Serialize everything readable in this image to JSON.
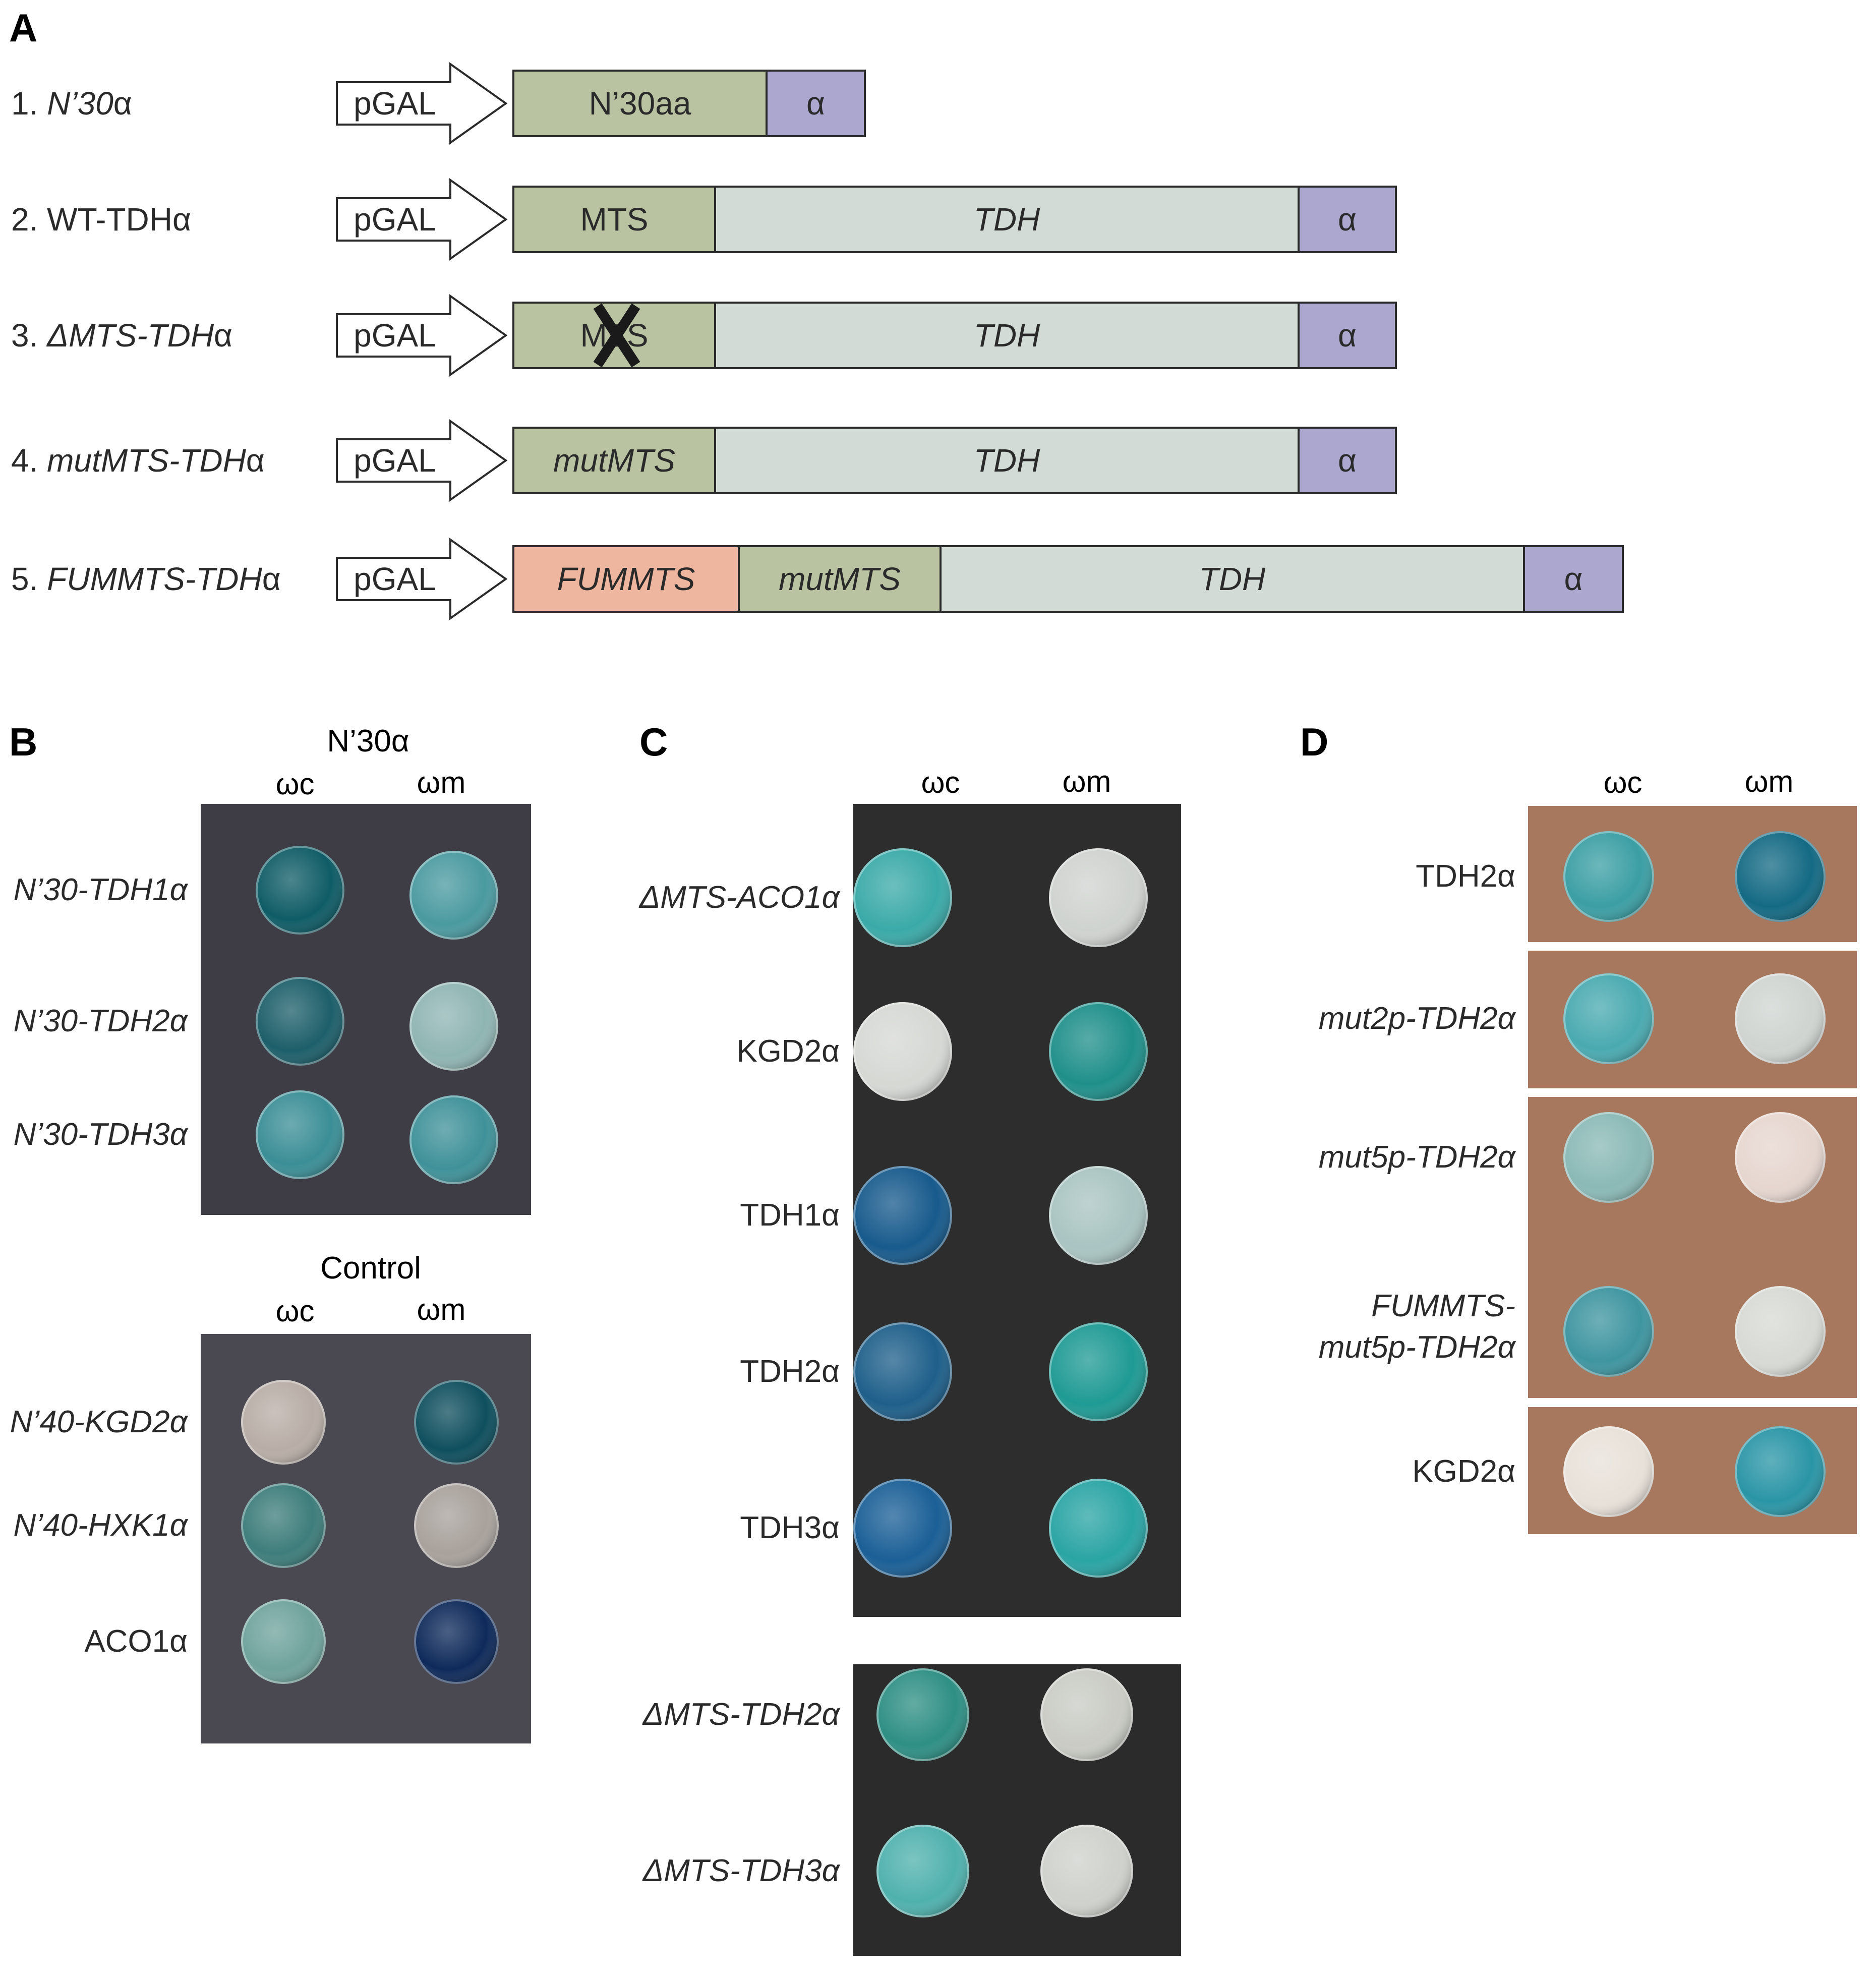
{
  "panels": {
    "A": {
      "letter": "A"
    },
    "B": {
      "letter": "B"
    },
    "C": {
      "letter": "C"
    },
    "D": {
      "letter": "D"
    }
  },
  "panel_a": {
    "promoter_label": "pGAL",
    "constructs": [
      {
        "name": "1. N’30α",
        "prefix": "1. ",
        "italic": "N’30",
        "suffix": "α",
        "segments": [
          {
            "label": "N’30aa",
            "kind": "mts",
            "italic": false
          },
          {
            "label": "α",
            "kind": "alpha",
            "italic": false
          }
        ]
      },
      {
        "name": "2. WT-TDHα",
        "prefix": "2. WT-TDHα",
        "italic": "",
        "suffix": "",
        "segments": [
          {
            "label": "MTS",
            "kind": "mts",
            "italic": false
          },
          {
            "label": "TDH",
            "kind": "tdh",
            "italic": true
          },
          {
            "label": "α",
            "kind": "alpha",
            "italic": false
          }
        ]
      },
      {
        "name": "3. ΔMTS-TDHα",
        "prefix": "3. ",
        "italic": "ΔMTS-TDH",
        "suffix": "α",
        "segments": [
          {
            "label": "MTS",
            "kind": "mts",
            "italic": false,
            "crossed": true
          },
          {
            "label": "TDH",
            "kind": "tdh",
            "italic": true
          },
          {
            "label": "α",
            "kind": "alpha",
            "italic": false
          }
        ]
      },
      {
        "name": "4. mutMTS-TDHα",
        "prefix": "4. ",
        "italic": "mutMTS-TDH",
        "suffix": "α",
        "segments": [
          {
            "label": "mutMTS",
            "kind": "mts",
            "italic": true
          },
          {
            "label": "TDH",
            "kind": "tdh",
            "italic": true
          },
          {
            "label": "α",
            "kind": "alpha",
            "italic": false
          }
        ]
      },
      {
        "name": "5. FUMMTS-TDHα",
        "prefix": "5. ",
        "italic": "FUMMTS-TDH",
        "suffix": "α",
        "segments": [
          {
            "label": "FUMMTS",
            "kind": "fum",
            "italic": true
          },
          {
            "label": "mutMTS",
            "kind": "mts",
            "italic": true
          },
          {
            "label": "TDH",
            "kind": "tdh",
            "italic": true
          },
          {
            "label": "α",
            "kind": "alpha",
            "italic": false
          }
        ]
      }
    ]
  },
  "panel_b": {
    "top_title": "N’30α",
    "bottom_title": "Control",
    "col_wc": "ωc",
    "col_wm": "ωm",
    "top_rows": [
      {
        "label": "N’30-TDH1α",
        "italic": true,
        "wc": "#0f5c66",
        "wm": "#4a9aa0"
      },
      {
        "label": "N’30-TDH2α",
        "italic": true,
        "wc": "#1d5f6a",
        "wm": "#8fb5b3"
      },
      {
        "label": "N’30-TDH3α",
        "italic": true,
        "wc": "#3b8e96",
        "wm": "#3f9199"
      }
    ],
    "bottom_rows": [
      {
        "label": "N’40-KGD2α",
        "italic": true,
        "wc": "#b8ada6",
        "wm": "#0f4f5e"
      },
      {
        "label": "N’40-HXK1α",
        "italic": true,
        "wc": "#3d7d7b",
        "wm": "#a8a19c"
      },
      {
        "label": "ACO1α",
        "italic": false,
        "wc": "#6fa39c",
        "wm": "#0e2a5a"
      }
    ]
  },
  "panel_c": {
    "col_wc": "ωc",
    "col_wm": "ωm",
    "top_rows": [
      {
        "label": "ΔMTS-ACO1α",
        "italic": true,
        "wc": "#3aaaa8",
        "wm": "#cfd3d0"
      },
      {
        "label": "KGD2α",
        "italic": false,
        "wc": "#d6d8d4",
        "wm": "#1f8f8a"
      },
      {
        "label": "TDH1α",
        "italic": false,
        "wc": "#175a8c",
        "wm": "#a9c4c2"
      },
      {
        "label": "TDH2α",
        "italic": false,
        "wc": "#1e5f8a",
        "wm": "#1f9a94"
      },
      {
        "label": "TDH3α",
        "italic": false,
        "wc": "#1a5f96",
        "wm": "#2aa4a4"
      }
    ],
    "bottom_rows": [
      {
        "label": "ΔMTS-TDH2α",
        "italic": true,
        "wc": "#2e8f84",
        "wm": "#c9cbc4"
      },
      {
        "label": "ΔMTS-TDH3α",
        "italic": true,
        "wc": "#4fb1ad",
        "wm": "#cfd1cc"
      }
    ]
  },
  "panel_d": {
    "col_wc": "ωc",
    "col_wm": "ωm",
    "rows": [
      {
        "label_lines": [
          "TDH2α"
        ],
        "italic": false,
        "wc": "#3b9fa4",
        "wm": "#146a84"
      },
      {
        "label_lines": [
          "mut2p-TDH2α"
        ],
        "italic": true,
        "wc": "#49aab0",
        "wm": "#cfd4d1"
      },
      {
        "label_lines": [
          "mut5p-TDH2α"
        ],
        "italic": true,
        "wc": "#8ab9b6",
        "wm": "#e6d6cf"
      },
      {
        "label_lines": [
          "FUMMTS-",
          "mut5p-TDH2α"
        ],
        "italic": true,
        "wc": "#3e95a0",
        "wm": "#d7dad4"
      },
      {
        "label_lines": [
          "KGD2α"
        ],
        "italic": false,
        "wc": "#e8e1d9",
        "wm": "#2a95a6"
      }
    ]
  },
  "colors": {
    "mts": "#b9c3a1",
    "tdh": "#d3dbd7",
    "alpha": "#aca7cf",
    "fum": "#eeb59f",
    "plate_dark": "#3e3c44",
    "plate_c": "#2c2d2c",
    "plate_d": "#a7775e"
  }
}
